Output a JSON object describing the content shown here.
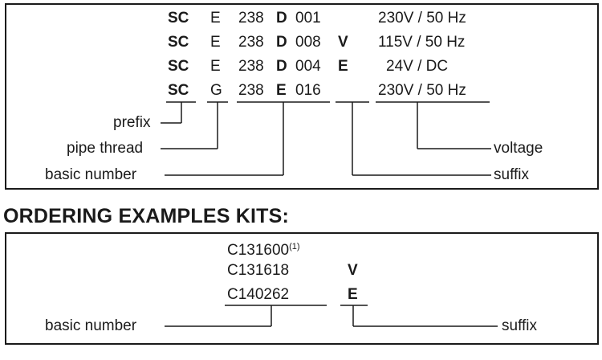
{
  "codes": [
    {
      "prefix": "SC",
      "thread": "E",
      "num": "238",
      "series": "D",
      "var": "001",
      "suffix": "",
      "voltage": "230V / 50 Hz"
    },
    {
      "prefix": "SC",
      "thread": "E",
      "num": "238",
      "series": "D",
      "var": "008",
      "suffix": "V",
      "voltage": "115V / 50 Hz"
    },
    {
      "prefix": "SC",
      "thread": "E",
      "num": "238",
      "series": "D",
      "var": "004",
      "suffix": "E",
      "voltage": "24V / DC"
    },
    {
      "prefix": "SC",
      "thread": "G",
      "num": "238",
      "series": "E",
      "var": "016",
      "suffix": "",
      "voltage": "230V / 50 Hz"
    }
  ],
  "labels": {
    "prefix": "prefix",
    "pipe_thread": "pipe thread",
    "basic_number": "basic number",
    "voltage": "voltage",
    "suffix": "suffix"
  },
  "kits": {
    "heading": "ORDERING EXAMPLES KITS:",
    "rows": [
      {
        "code": "C131600",
        "note": "(1)",
        "suffix": ""
      },
      {
        "code": "C131618",
        "note": "",
        "suffix": "V"
      },
      {
        "code": "C140262",
        "note": "",
        "suffix": "E"
      }
    ],
    "basic_number_label": "basic number",
    "suffix_label": "suffix"
  }
}
